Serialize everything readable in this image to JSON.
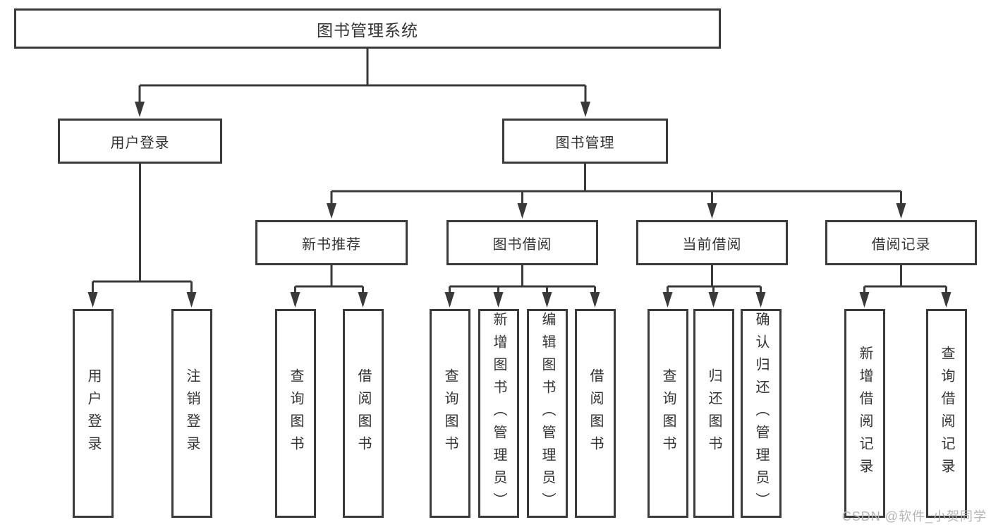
{
  "tree": {
    "root": {
      "label": "图书管理系统"
    },
    "branches": [
      {
        "label": "用户登录",
        "children": [
          {
            "label": "用户登录"
          },
          {
            "label": "注销登录"
          }
        ]
      },
      {
        "label": "图书管理",
        "children": [
          {
            "label": "新书推荐",
            "children": [
              {
                "label": "查询图书"
              },
              {
                "label": "借阅图书"
              }
            ]
          },
          {
            "label": "图书借阅",
            "children": [
              {
                "label": "查询图书"
              },
              {
                "label": "新增图书（管理员）"
              },
              {
                "label": "编辑图书（管理员）"
              },
              {
                "label": "借阅图书"
              }
            ]
          },
          {
            "label": "当前借阅",
            "children": [
              {
                "label": "查询图书"
              },
              {
                "label": "归还图书"
              },
              {
                "label": "确认归还（管理员）"
              }
            ]
          },
          {
            "label": "借阅记录",
            "children": [
              {
                "label": "新增借阅记录"
              },
              {
                "label": "查询借阅记录"
              }
            ]
          }
        ]
      }
    ]
  },
  "watermark": {
    "text": "CSDN @软件_小贺同学"
  },
  "colors": {
    "line": "#3a3a3a",
    "text": "#333333",
    "watermark": "#b4b4b4",
    "background": "#ffffff"
  }
}
